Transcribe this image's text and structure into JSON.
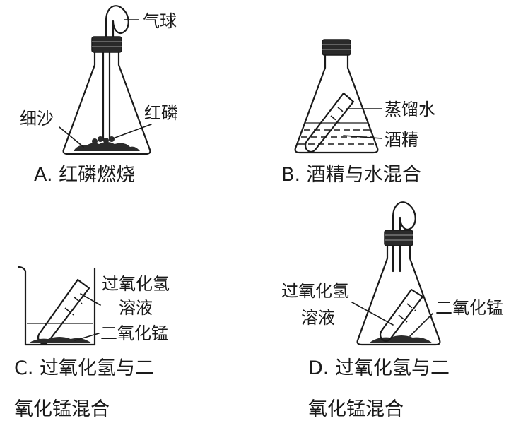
{
  "panels": {
    "a": {
      "caption": "A.  红磷燃烧",
      "labels": {
        "balloon": "气球",
        "sand": "细沙",
        "phosphorus": "红磷"
      }
    },
    "b": {
      "caption": "B.  酒精与水混合",
      "labels": {
        "water": "蒸馏水",
        "alcohol": "酒精"
      }
    },
    "c": {
      "caption_line1": "C.  过氧化氢与二",
      "caption_line2": "氧化锰混合",
      "labels": {
        "h2o2_line1": "过氧化氢",
        "h2o2_line2": "溶液",
        "mno2": "二氧化锰"
      }
    },
    "d": {
      "caption_line1": "D.  过氧化氢与二",
      "caption_line2": "氧化锰混合",
      "labels": {
        "h2o2_line1": "过氧化氢",
        "h2o2_line2": "溶液",
        "mno2": "二氧化锰"
      }
    }
  }
}
